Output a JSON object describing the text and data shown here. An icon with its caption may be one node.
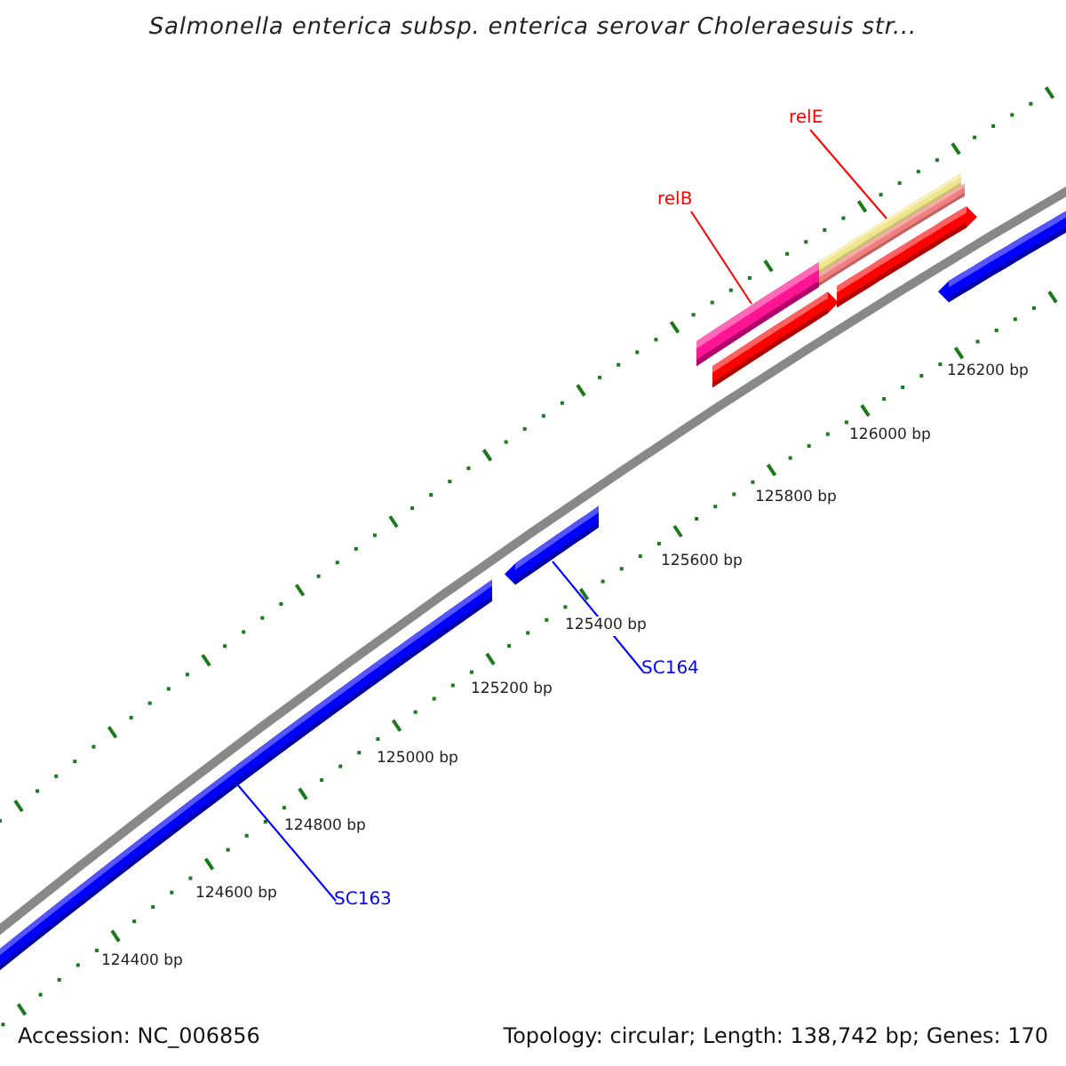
{
  "diagram": {
    "title": "Salmonella enterica subsp. enterica serovar Choleraesuis str...",
    "nodes": [
      {
        "text": [
          "relE"
        ]
      },
      {
        "text": [],
        "shape": "bar"
      },
      {
        "text": [
          "relB"
        ]
      },
      {
        "text": [],
        "shape": "bar"
      },
      {
        "text": [
          "SC164"
        ]
      },
      {
        "text": [],
        "shape": "bar"
      },
      {
        "text": [
          "SC163"
        ]
      },
      {
        "text": [],
        "shape": "bar"
      },
      {
        "text": [],
        "shape": "bar"
      },
      {
        "text": [],
        "shape": "bar"
      },
      {
        "text": [],
        "shape": "bar"
      }
    ],
    "edges": [
      {
        "from": 0,
        "to": 1,
        "arrow": "none",
        "color": "#ff0000"
      },
      {
        "from": 2,
        "to": 3,
        "arrow": "none",
        "color": "#ff0000"
      },
      {
        "from": 4,
        "to": 5,
        "arrow": "none",
        "color": "#0000ff"
      },
      {
        "from": 6,
        "to": 7,
        "arrow": "none",
        "color": "#0000ff"
      }
    ],
    "labels": [
      "126200 bp",
      "126000 bp",
      "125800 bp",
      "125600 bp",
      "125400 bp",
      "125200 bp",
      "125000 bp",
      "124800 bp",
      "124600 bp",
      "124400 bp",
      "Accession: NC_006856",
      "Topology: circular; Length: 138,742 bp; Genes: 170"
    ]
  }
}
